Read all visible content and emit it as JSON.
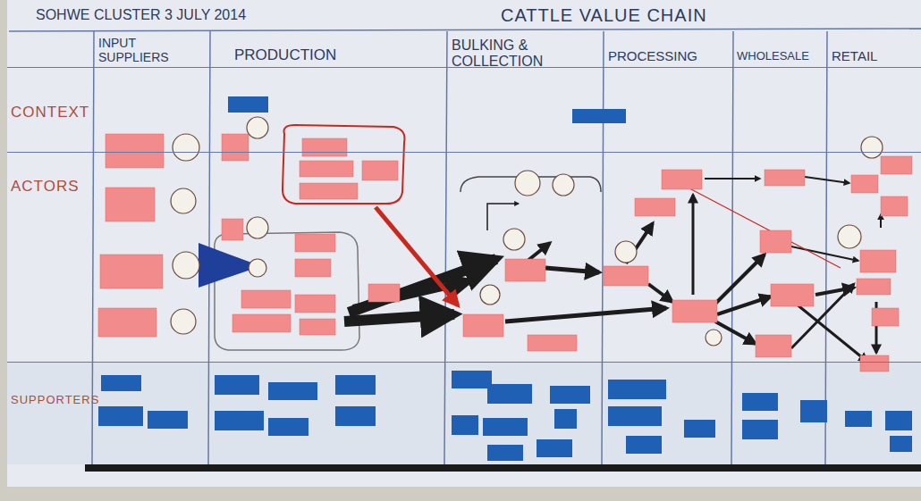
{
  "diagram": {
    "title": "CATTLE VALUE CHAIN",
    "nodes": [
      {
        "text": [
          "CONTEXT"
        ]
      },
      {
        "text": [
          "ACTORS"
        ]
      },
      {
        "text": [
          "SUPPORTERS"
        ]
      }
    ],
    "labels": [
      "SOHWE CLUSTER 3 JULY 2014",
      "INPUT SUPPLIERS",
      "PRODUCTION",
      "BULKING & COLLECTION",
      "PROCESSING",
      "WHOLESALE",
      "RETAIL"
    ]
  }
}
